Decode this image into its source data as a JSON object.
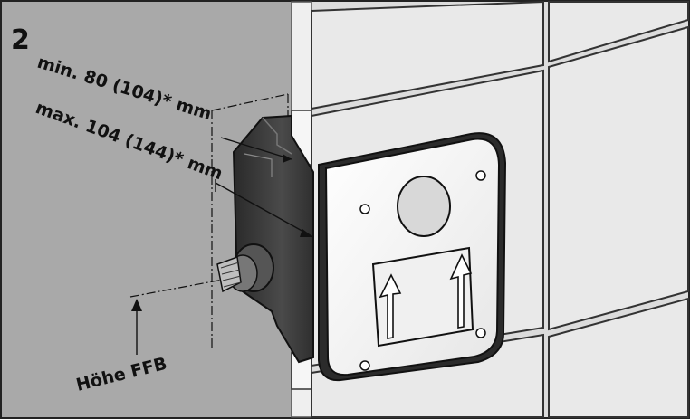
{
  "figure": {
    "step_number": "2",
    "dimension_min": "min. 80 (104)* mm",
    "dimension_max": "max. 104 (144)* mm",
    "height_label": "Höhe FFB"
  },
  "colors": {
    "wall": "#a9a9a9",
    "tile": "#e8e8e8",
    "grout": "#444444",
    "housing": "#3a3a3a",
    "cover": "#f4f4f4",
    "line": "#111111"
  },
  "icons": {
    "arrow_up": "arrow-up-icon",
    "mounting_screw": "screw-icon",
    "pipe_fitting": "fitting-icon"
  }
}
